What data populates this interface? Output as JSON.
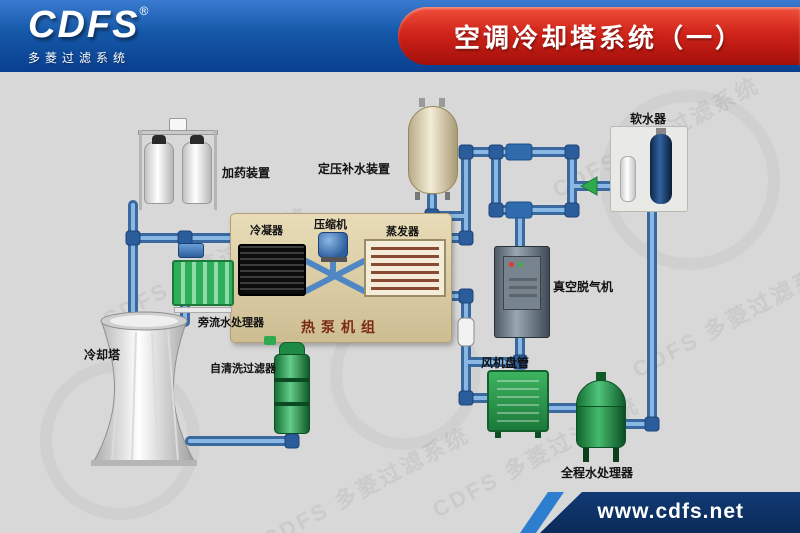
{
  "header": {
    "logo_text": "CDFS",
    "logo_reg": "®",
    "logo_subtext": "多菱过滤系统",
    "title": "空调冷却塔系统（一）"
  },
  "footer": {
    "website": "www.cdfs.net"
  },
  "watermark": {
    "text": "CDFS 多菱过滤系统"
  },
  "colors": {
    "header_blue": "#1558a8",
    "banner_red": "#d0241a",
    "pipe_blue": "#39699f",
    "equipment_green": "#2fae5a",
    "footer_navy": "#0a2a58",
    "background_gray": "#d8d8d8"
  },
  "equipment": {
    "dosing": {
      "label": "加药装置"
    },
    "makeup_water": {
      "label": "定压补水装置"
    },
    "softener": {
      "label": "软水器"
    },
    "cooling_tower": {
      "label": "冷却塔"
    },
    "sidestream_processor": {
      "label": "旁流水处理器"
    },
    "condenser": {
      "label": "冷凝器"
    },
    "compressor": {
      "label": "压缩机"
    },
    "evaporator": {
      "label": "蒸发器"
    },
    "heat_pump_unit": {
      "label": "热泵机组"
    },
    "self_cleaning_filter": {
      "label": "自清洗过滤器"
    },
    "vacuum_degasser": {
      "label": "真空脱气机"
    },
    "fan_coil": {
      "label": "风机盘管"
    },
    "full_water_processor": {
      "label": "全程水处理器"
    }
  }
}
